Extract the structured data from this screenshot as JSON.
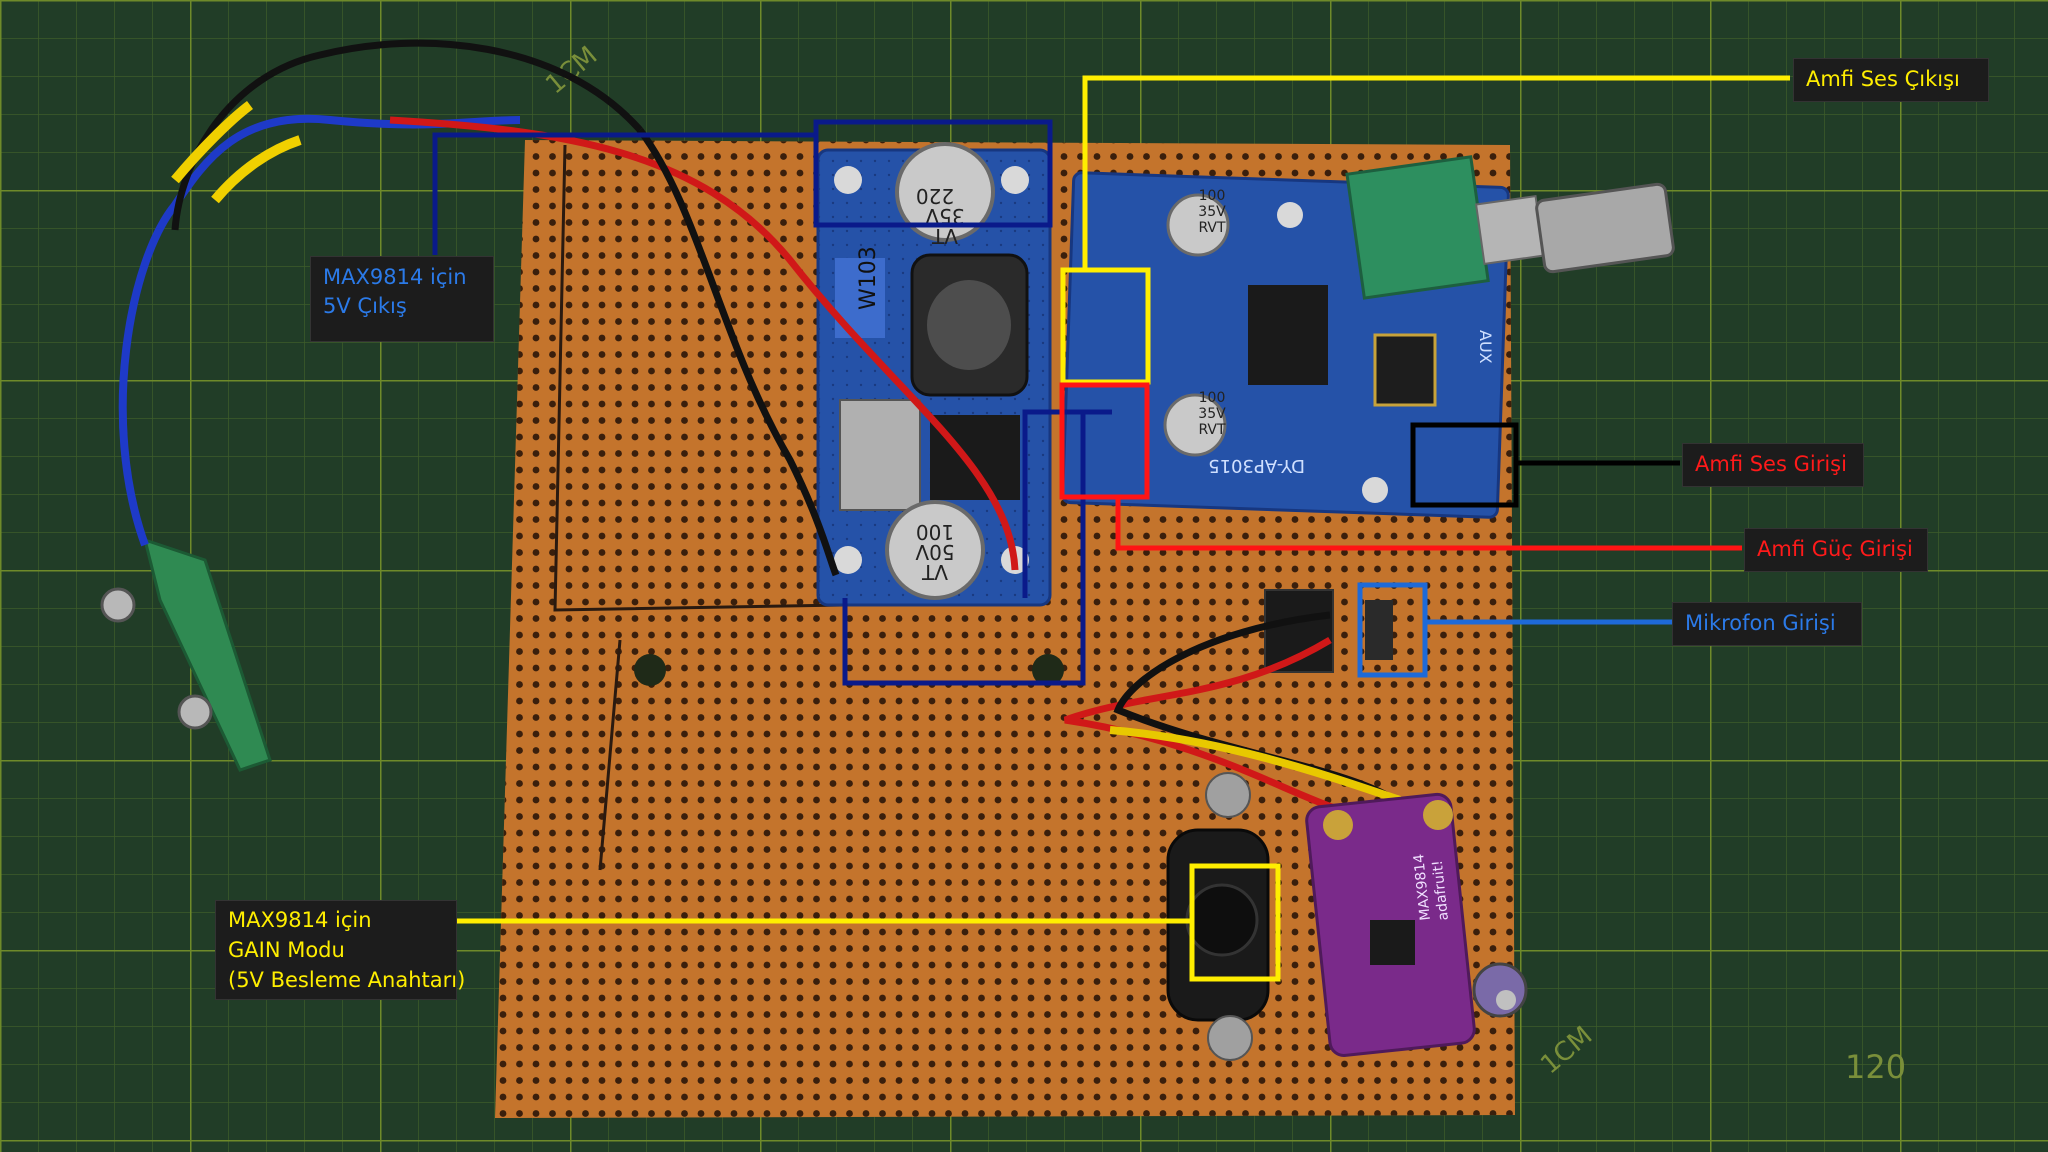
{
  "colors": {
    "mat": "#213d27",
    "grid": "#4a6a2a",
    "pcb": "#c8792e",
    "blue_module": "#2552a8",
    "yellow": "#ffee00",
    "red": "#ff1414",
    "navy": "#0a1a8a",
    "lightblue": "#1e6ad8",
    "black": "#000000",
    "purple": "#7a2a8a"
  },
  "labels": {
    "max9814_out": {
      "line1": "MAX9814 için",
      "line2": "5V Çıkış"
    },
    "amp_audio_out": {
      "text": "Amfi Ses Çıkışı"
    },
    "amp_audio_in": {
      "text": "Amfi Ses Girişi"
    },
    "amp_power_in": {
      "text": "Amfi Güç Girişi"
    },
    "mic_in": {
      "text": "Mikrofon Girişi"
    },
    "gain_mode": {
      "line1": "MAX9814 için",
      "line2": "GAIN Modu",
      "line3": "(5V Besleme Anahtarı)"
    }
  },
  "board_markings": {
    "cap1": [
      "220",
      "35V",
      "VT"
    ],
    "cap2": [
      "100",
      "50V",
      "VT"
    ],
    "cap3": [
      "100",
      "35V",
      "RVT"
    ],
    "cap4": [
      "100",
      "35V",
      "RVT"
    ],
    "inductor": "W103",
    "amp_board": "DY-AP3015",
    "aux": "AUX",
    "mic_chip": "MAX9814",
    "mic_brand": "adafruit!",
    "mat_mark1": "1CM",
    "mat_mark2": "120"
  }
}
